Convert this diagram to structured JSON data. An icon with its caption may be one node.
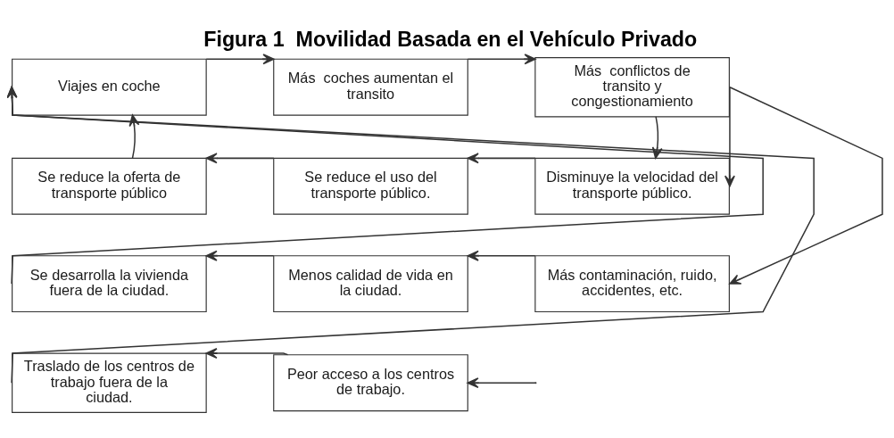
{
  "diagram": {
    "title": "Figura 1  Movilidad Basada en el Vehículo Privado",
    "nodes": [
      {
        "text": [
          "Viajes en coche"
        ]
      },
      {
        "text": [
          "Más  coches aumentan el transito"
        ]
      },
      {
        "text": [
          "Más  conflictos de transito y congestionamiento"
        ]
      },
      {
        "text": [
          "Se reduce la oferta de transporte público"
        ]
      },
      {
        "text": [
          "Se reduce el uso del transporte público."
        ]
      },
      {
        "text": [
          "Disminuye la velocidad del transporte público."
        ]
      },
      {
        "text": [
          "Se desarrolla la vivienda fuera de la ciudad."
        ]
      },
      {
        "text": [
          "Menos calidad de vida en la ciudad."
        ]
      },
      {
        "text": [
          "Más contaminación, ruido, accidentes, etc."
        ]
      },
      {
        "text": [
          "Traslado de los centros de trabajo fuera de la ciudad."
        ]
      },
      {
        "text": [
          "Peor acceso a los centros de trabajo."
        ]
      }
    ],
    "edges": [
      {
        "from": 0,
        "to": 1,
        "arrow": "to"
      },
      {
        "from": 1,
        "to": 2,
        "arrow": "to"
      },
      {
        "from": 2,
        "to": 5,
        "arrow": "to"
      },
      {
        "from": 2,
        "to": 5,
        "arrow": "to"
      },
      {
        "from": 5,
        "to": 4,
        "arrow": "to"
      },
      {
        "from": 4,
        "to": 3,
        "arrow": "to"
      },
      {
        "from": 3,
        "to": 0,
        "arrow": "to"
      },
      {
        "from": 2,
        "to": 8,
        "arrow": "to"
      },
      {
        "from": 8,
        "to": 7,
        "arrow": "to"
      },
      {
        "from": 7,
        "to": 6,
        "arrow": "to"
      },
      {
        "from": 6,
        "to": 0,
        "arrow": "to"
      },
      {
        "from": 9,
        "to": 0,
        "arrow": "to"
      },
      {
        "from": null,
        "to": 10,
        "arrow": "to"
      },
      {
        "from": 10,
        "to": 9,
        "arrow": "to"
      }
    ]
  }
}
